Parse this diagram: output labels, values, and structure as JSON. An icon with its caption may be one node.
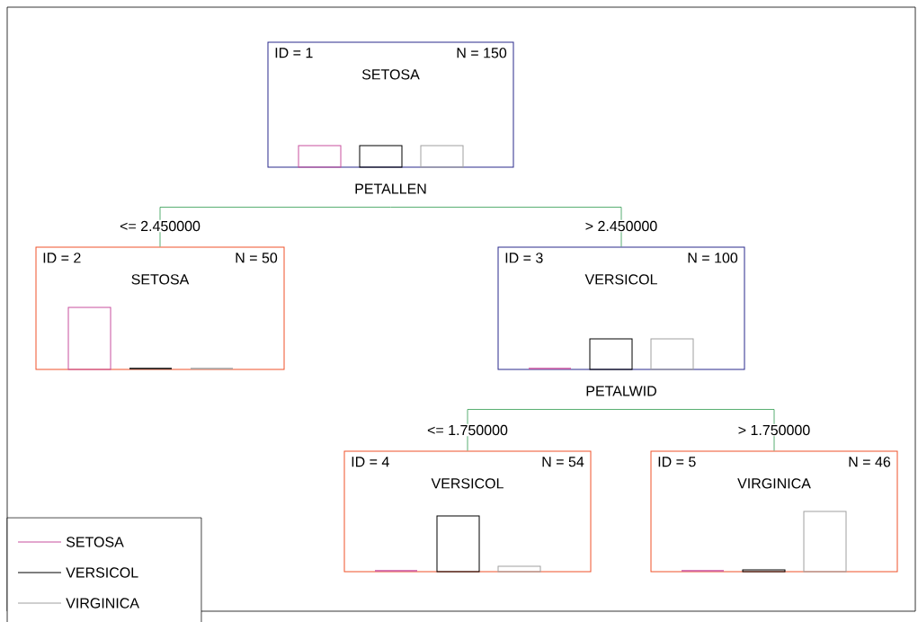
{
  "diagram": {
    "nodes": [
      {
        "text": [
          "ID = 1",
          "N = 150",
          "SETOSA"
        ],
        "beside": [
          "PETALLEN"
        ]
      },
      {
        "text": [
          "ID = 2",
          "N = 50",
          "SETOSA"
        ]
      },
      {
        "text": [
          "ID = 3",
          "N = 100",
          "VERSICOL"
        ],
        "beside": [
          "PETALWID"
        ]
      },
      {
        "text": [
          "ID = 4",
          "N = 54",
          "VERSICOL"
        ]
      },
      {
        "text": [
          "ID = 5",
          "N = 46",
          "VIRGINICA"
        ]
      }
    ],
    "edges": [
      {
        "from": 0,
        "to": 1,
        "arrow": "none",
        "label": "<= 2.450000"
      },
      {
        "from": 0,
        "to": 2,
        "arrow": "none",
        "label": "> 2.450000"
      },
      {
        "from": 2,
        "to": 3,
        "arrow": "none",
        "label": "<= 1.750000"
      },
      {
        "from": 2,
        "to": 4,
        "arrow": "none",
        "label": "> 1.750000"
      }
    ],
    "legend": [
      {
        "text": "SETOSA"
      },
      {
        "text": "VERSICOL"
      },
      {
        "text": "VIRGINICA"
      }
    ]
  }
}
